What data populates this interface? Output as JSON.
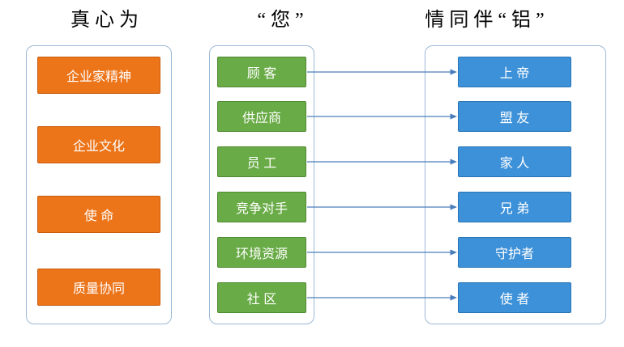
{
  "title": {
    "left": "真 心 为",
    "middle": "“ 您 ”",
    "right": "情 同 伴 “ 铝 ”"
  },
  "colors": {
    "orange": "#EC7419",
    "green": "#69AB46",
    "blue": "#3D91D8",
    "panel_border": "#9CB9D6",
    "arrow": "#4A7EBB",
    "text": "#FFFFFF"
  },
  "left_column": {
    "items": [
      {
        "label": "企业家精神"
      },
      {
        "label": "企业文化"
      },
      {
        "label": "使 命"
      },
      {
        "label": "质量协同"
      }
    ]
  },
  "middle_column": {
    "items": [
      {
        "label": "顾 客"
      },
      {
        "label": "供应商"
      },
      {
        "label": "员 工"
      },
      {
        "label": "竞争对手"
      },
      {
        "label": "环境资源"
      },
      {
        "label": "社 区"
      }
    ]
  },
  "right_column": {
    "items": [
      {
        "label": "上 帝"
      },
      {
        "label": "盟 友"
      },
      {
        "label": "家 人"
      },
      {
        "label": "兄 弟"
      },
      {
        "label": "守护者"
      },
      {
        "label": "使 者"
      }
    ]
  },
  "connections": [
    {
      "from": "顾 客",
      "to": "上 帝"
    },
    {
      "from": "供应商",
      "to": "盟 友"
    },
    {
      "from": "员 工",
      "to": "家 人"
    },
    {
      "from": "竞争对手",
      "to": "兄 弟"
    },
    {
      "from": "环境资源",
      "to": "守护者"
    },
    {
      "from": "社 区",
      "to": "使 者"
    }
  ]
}
